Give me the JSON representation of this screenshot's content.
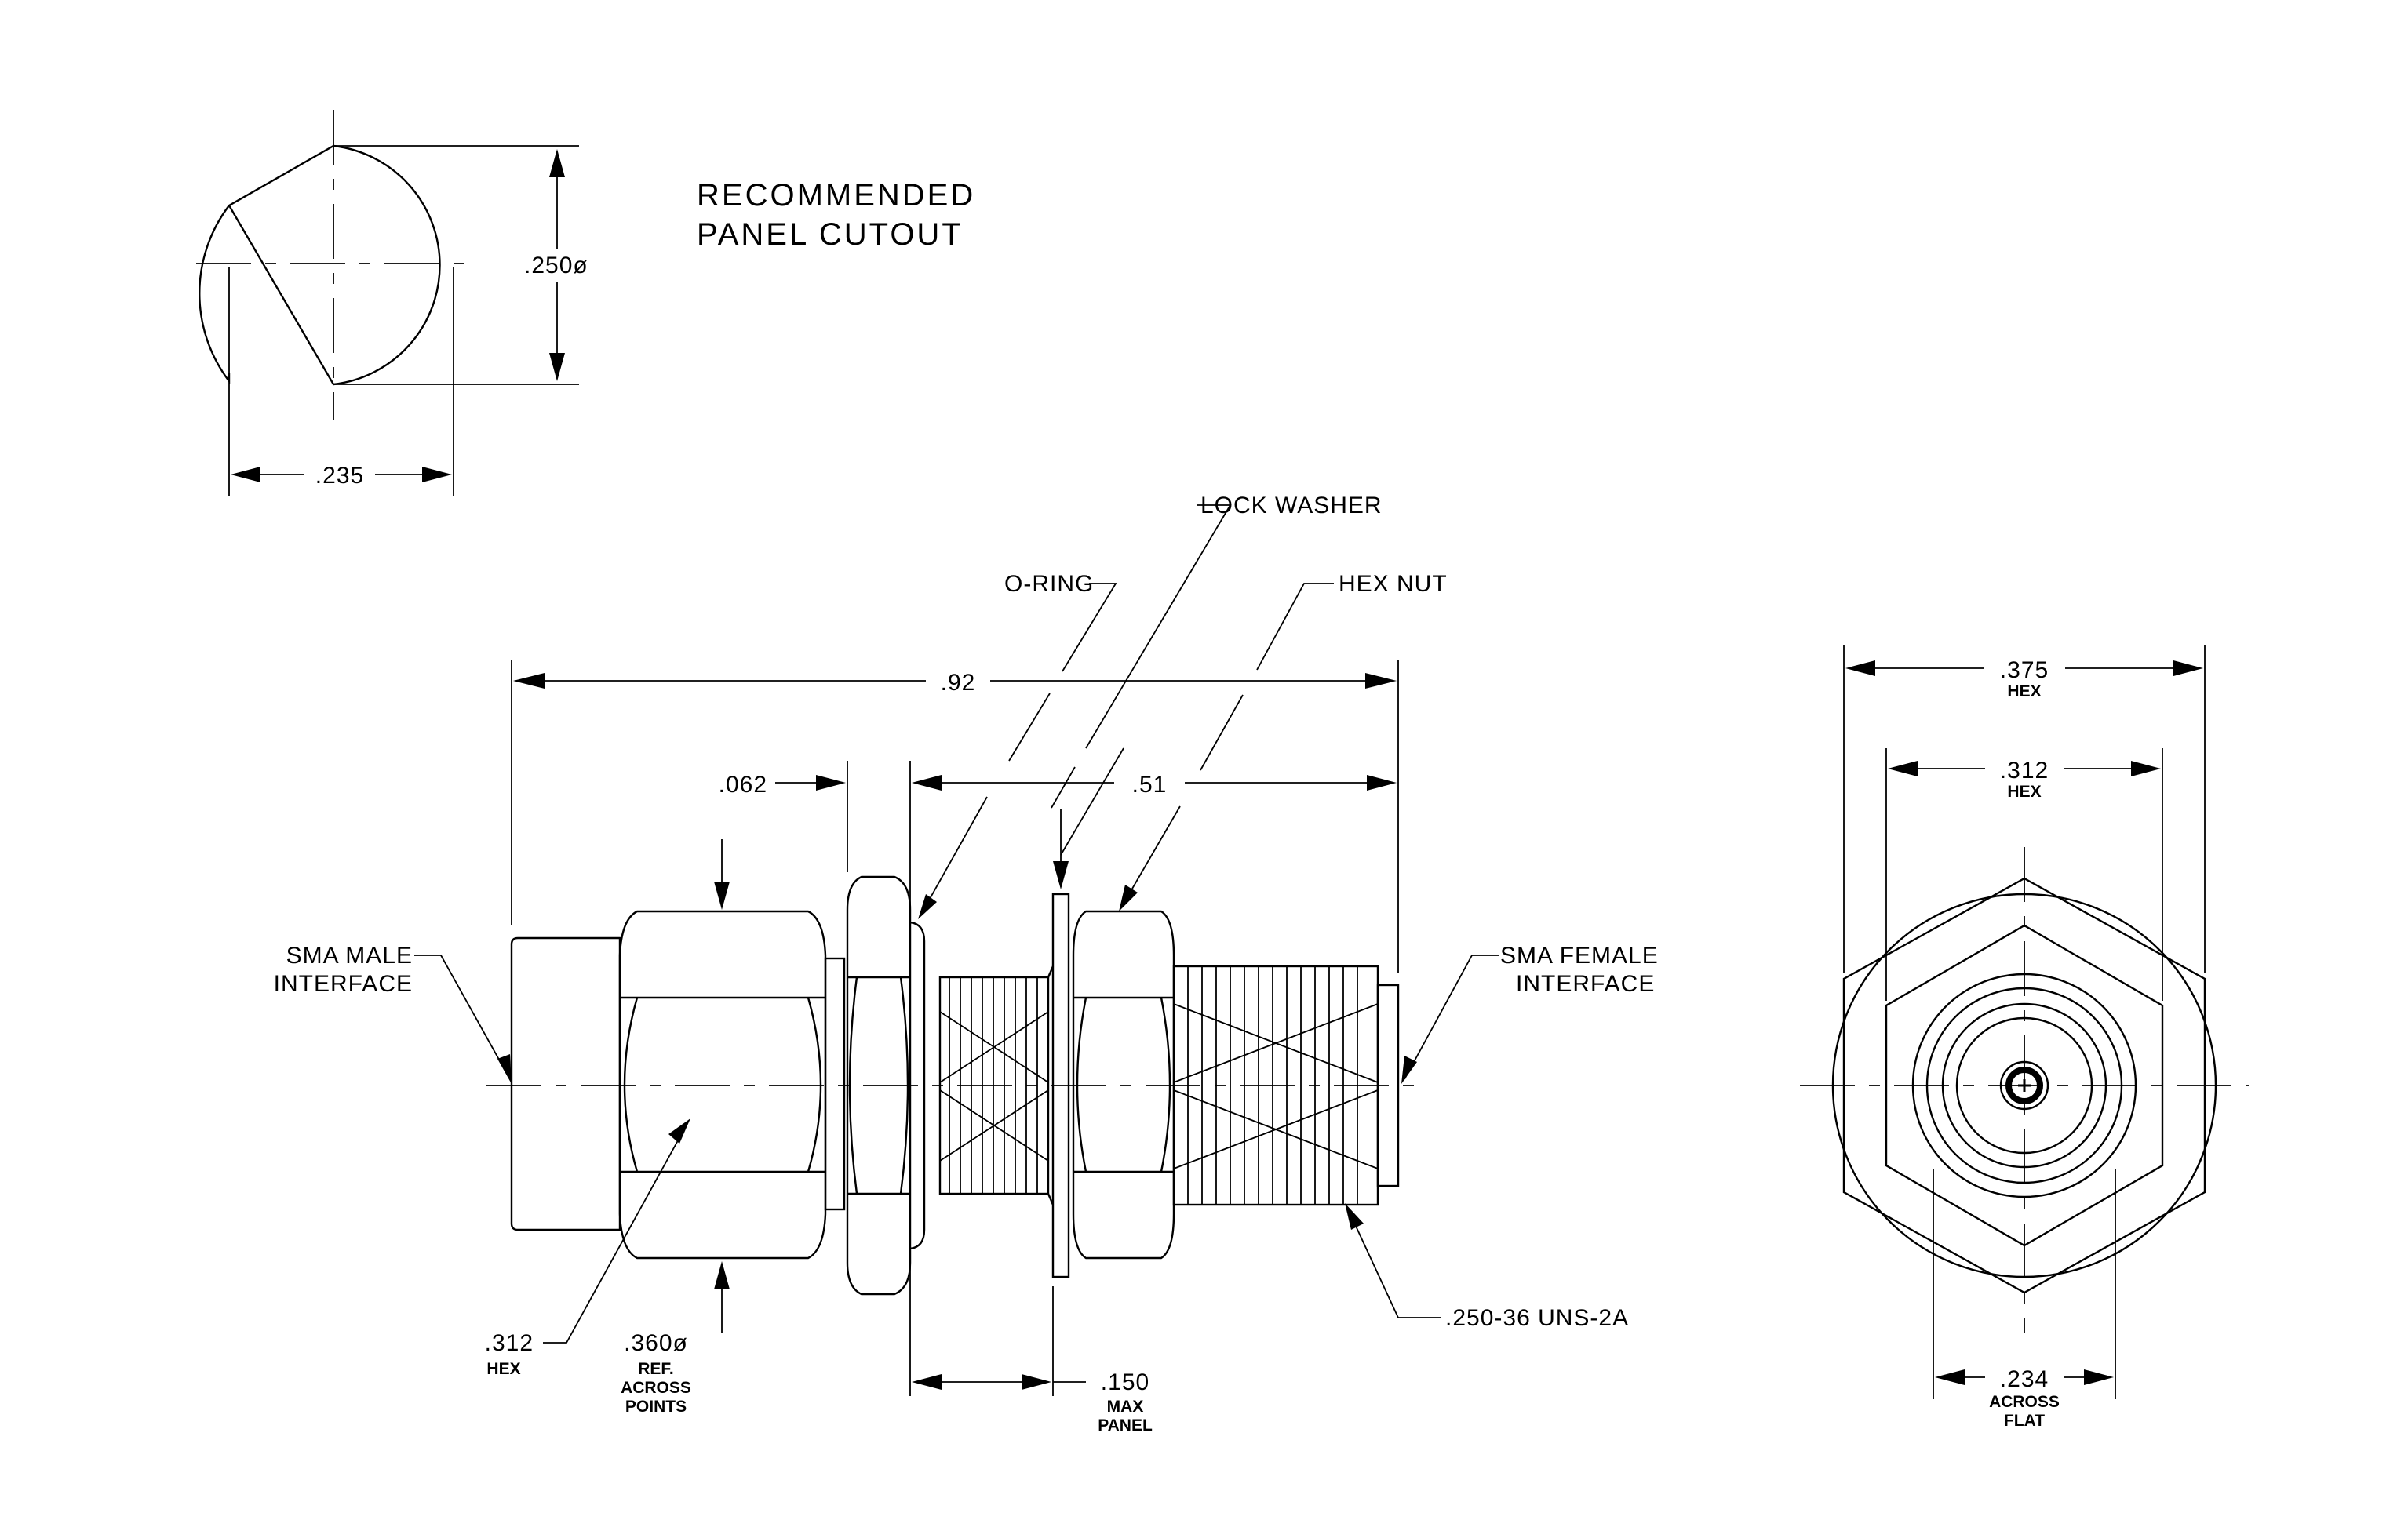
{
  "title": {
    "line1": "RECOMMENDED",
    "line2": "PANEL CUTOUT"
  },
  "cutout": {
    "diameter": ".250ø",
    "flat_width": ".235"
  },
  "callouts": {
    "lock_washer": "LOCK WASHER",
    "o_ring": "O-RING",
    "hex_nut": "HEX NUT",
    "sma_male_1": "SMA MALE",
    "sma_male_2": "INTERFACE",
    "sma_female_1": "SMA FEMALE",
    "sma_female_2": "INTERFACE",
    "thread": ".250-36 UNS-2A"
  },
  "side_dims": {
    "overall_length": ".92",
    "flange_thickness": ".062",
    "rear_length": ".51",
    "hex_across_flats": ".312",
    "hex_across_flats_note": "HEX",
    "hex_points": ".360ø",
    "hex_points_note1": "REF.",
    "hex_points_note2": "ACROSS",
    "hex_points_note3": "POINTS",
    "max_panel": ".150",
    "max_panel_note1": "MAX",
    "max_panel_note2": "PANEL"
  },
  "end_view": {
    "hex_large": ".375",
    "hex_large_note": "HEX",
    "hex_small": ".312",
    "hex_small_note": "HEX",
    "flat": ".234",
    "flat_note1": "ACROSS",
    "flat_note2": "FLAT"
  }
}
